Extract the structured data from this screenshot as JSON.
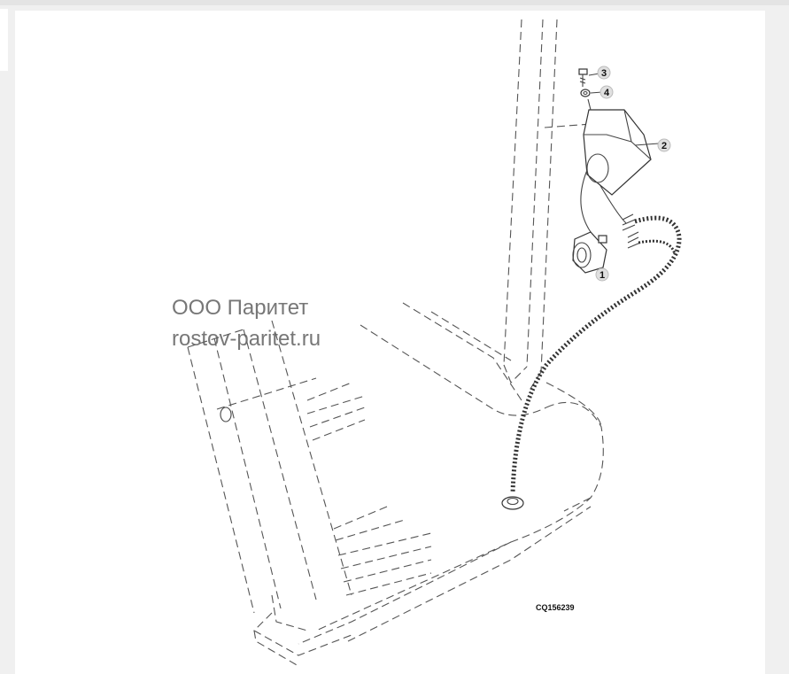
{
  "diagram": {
    "callouts": [
      {
        "id": "callout-1",
        "label": "1"
      },
      {
        "id": "callout-2",
        "label": "2"
      },
      {
        "id": "callout-3",
        "label": "3"
      },
      {
        "id": "callout-4",
        "label": "4"
      }
    ],
    "figure_id": "CQ156239"
  },
  "watermark": {
    "line1": "ООО Паритет",
    "line2": "rostov-paritet.ru"
  }
}
